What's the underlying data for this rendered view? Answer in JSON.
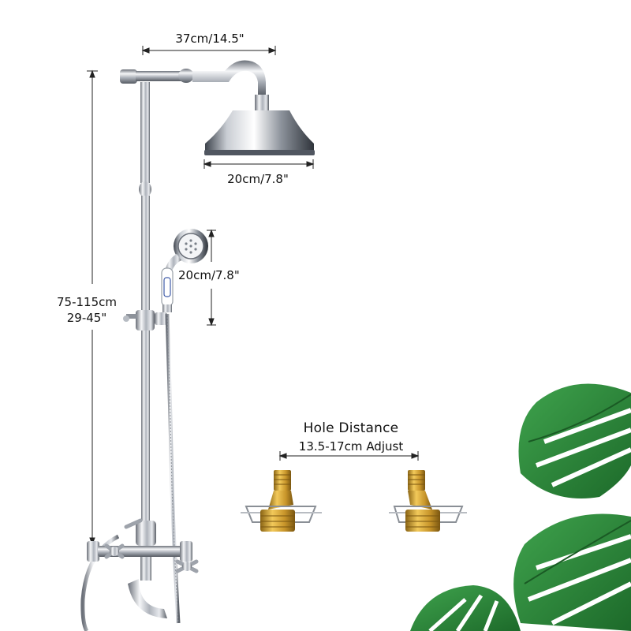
{
  "dimensions": {
    "arm_width": "37cm/14.5\"",
    "head_diameter": "20cm/7.8\"",
    "hand_shower_height": "20cm/7.8\"",
    "height_range_cm": "75-115cm",
    "height_range_in": "29-45\""
  },
  "hole_distance": {
    "title": "Hole Distance",
    "adjust": "13.5-17cm Adjust"
  },
  "colors": {
    "chrome_light": "#f4f5f7",
    "chrome_mid": "#b9bdc4",
    "chrome_dark": "#4a4f57",
    "brass": "#d4a43a",
    "brass_dark": "#8a6414",
    "leaf": "#2f8a3c",
    "leaf_dark": "#1d6a2a",
    "dimension_line": "#222222"
  },
  "icons": {
    "product": "shower-set-icon",
    "plant": "monstera-leaf-icon",
    "connector": "brass-connector-icon"
  }
}
